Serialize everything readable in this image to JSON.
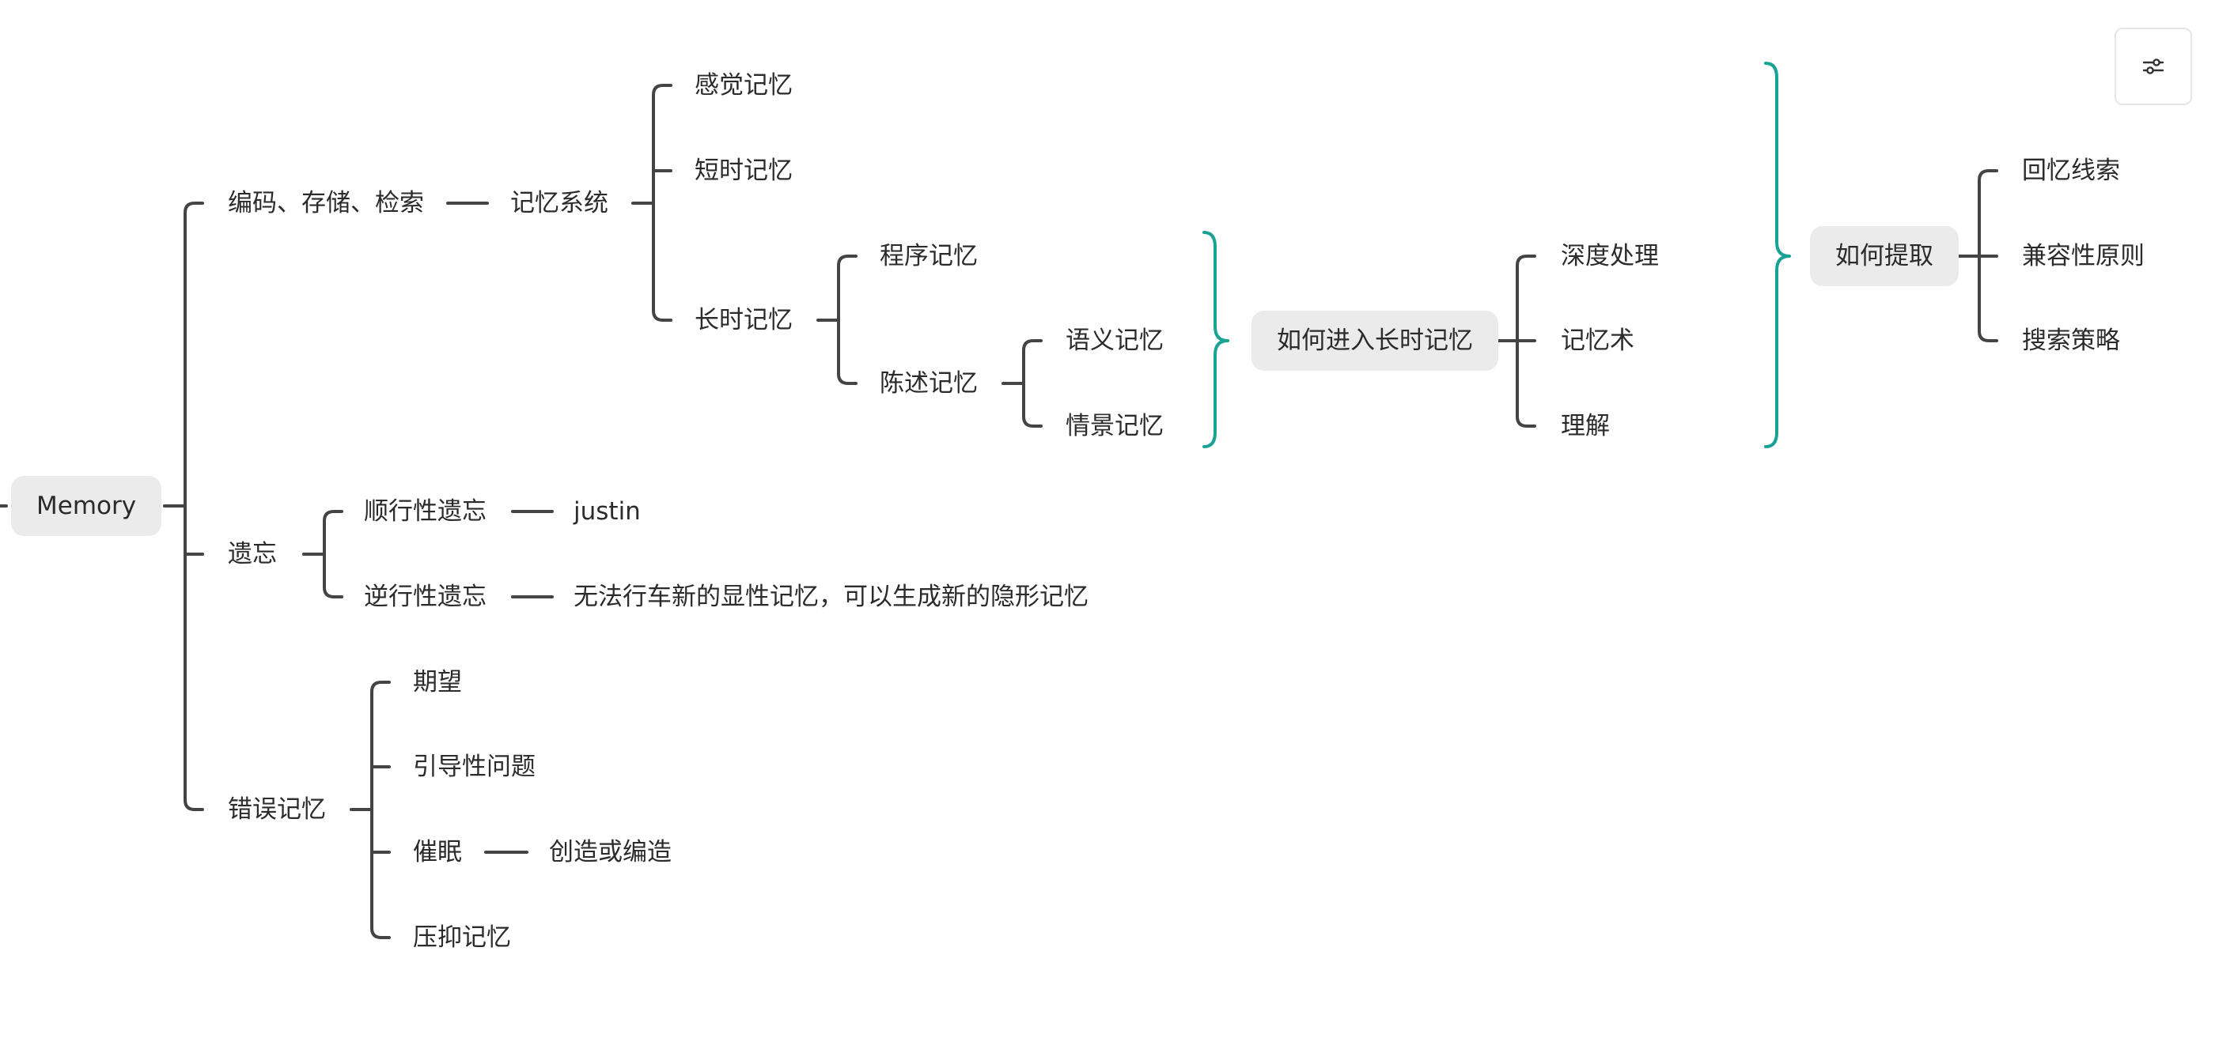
{
  "toolbar": {
    "settings_icon": "sliders-icon"
  },
  "colors": {
    "line": "#444444",
    "accent": "#1aa394",
    "pill": "#ebebeb"
  },
  "mindmap": {
    "root": "Memory",
    "encoding": "编码、存储、检索",
    "memory_system": "记忆系统",
    "sensory": "感觉记忆",
    "short_term": "短时记忆",
    "long_term": "长时记忆",
    "procedural": "程序记忆",
    "declarative": "陈述记忆",
    "semantic": "语义记忆",
    "episodic": "情景记忆",
    "enter_ltm": "如何进入长时记忆",
    "deep_processing": "深度处理",
    "mnemonics": "记忆术",
    "understanding": "理解",
    "retrieval": "如何提取",
    "recall_cues": "回忆线索",
    "compatibility": "兼容性原则",
    "search_strategy": "搜索策略",
    "forgetting": "遗忘",
    "anterograde": "顺行性遗忘",
    "justin": "justin",
    "retrograde": "逆行性遗忘",
    "retrograde_note": "无法行车新的显性记忆，可以生成新的隐形记忆",
    "false_memory": "错误记忆",
    "expectation": "期望",
    "leading_question": "引导性问题",
    "hypnosis": "催眠",
    "create_fabricate": "创造或编造",
    "repressed": "压抑记忆"
  }
}
